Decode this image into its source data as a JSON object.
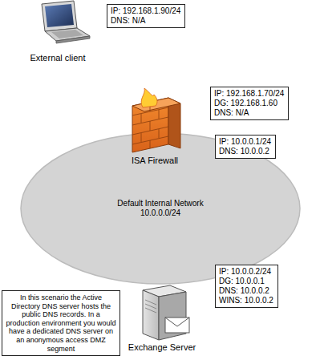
{
  "diagram": {
    "nodes": [
      {
        "text": [
          "IP: 192.168.1.90/24",
          "DNS: N/A"
        ]
      },
      {
        "text": [
          "IP: 192.168.1.70/24",
          "DG: 192.168.1.60",
          "DNS: N/A"
        ]
      },
      {
        "text": [
          "IP: 10.0.0.1/24",
          "DNS: 10.0.0.2"
        ]
      },
      {
        "text": [
          "Default Internal Network",
          "10.0.0.0/24"
        ]
      },
      {
        "text": [
          "IP: 10.0.0.2/24",
          "DG: 10.0.0.1",
          "DNS: 10.0.0.2",
          "WINS: 10.0.0.2"
        ]
      },
      {
        "text": [
          "In this scenario the Active Directory DNS server hosts the public DNS records. In a production environment you would have a dedicated DNS server on an anonymous access DMZ segment"
        ]
      }
    ],
    "labels": [
      "External client",
      "ISA Firewall",
      "Exchange Server"
    ]
  }
}
